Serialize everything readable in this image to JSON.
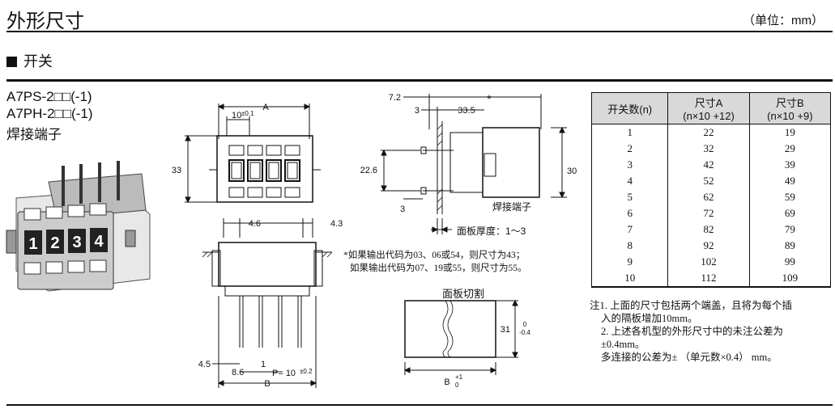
{
  "header": {
    "title": "外形尺寸",
    "unit": "（单位：mm）"
  },
  "section": {
    "label": "开关"
  },
  "models": [
    "A7PS-2□□(-1)",
    "A7PH-2□□(-1)",
    "焊接端子"
  ],
  "keys": [
    "1",
    "2",
    "3",
    "4"
  ],
  "front_view": {
    "dim_a": "A",
    "dim_10": "10",
    "tol_01": "±0.1",
    "dim_33": "33"
  },
  "side_view": {
    "d_7_2": "7.2",
    "d_3_top": "3",
    "d_33_5": "33.5",
    "star": "*",
    "d_22_6": "22.6",
    "d_30": "30",
    "d_3_bot": "3",
    "solder_label": "焊接端子",
    "panel_thickness": "面板厚度：1～3"
  },
  "bottom_view": {
    "d_4_6": "4.6",
    "d_4_3": "4.3",
    "d_4_5": "4.5",
    "d_1": "1",
    "d_8_6": "8.6",
    "pitch": "P= 10",
    "pitch_tol": "±0.2",
    "dim_b": "B"
  },
  "footnote": [
    "*如果输出代码为03、06或54，则尺寸为43；",
    "如果输出代码为07、19或55，则尺寸为55。"
  ],
  "panel_cutout": {
    "title": "面板切割",
    "d_31": "31",
    "tol_sup": "0",
    "tol_sub": "-0.4",
    "dim_b": "B",
    "b_sup": "+1",
    "b_sub": "0"
  },
  "table": {
    "headers": [
      "开关数(n)",
      "尺寸A",
      "(n×10 +12)",
      "尺寸B",
      "(n×10 +9)"
    ],
    "rows": [
      [
        "1",
        "22",
        "19"
      ],
      [
        "2",
        "32",
        "29"
      ],
      [
        "3",
        "42",
        "39"
      ],
      [
        "4",
        "52",
        "49"
      ],
      [
        "5",
        "62",
        "59"
      ],
      [
        "6",
        "72",
        "69"
      ],
      [
        "7",
        "82",
        "79"
      ],
      [
        "8",
        "92",
        "89"
      ],
      [
        "9",
        "102",
        "99"
      ],
      [
        "10",
        "112",
        "109"
      ]
    ]
  },
  "notes": [
    "注1. 上面的尺寸包括两个端盖，且将为每个插",
    "入的隔板增加10mm。",
    "2. 上述各机型的外形尺寸中的未注公差为",
    "±0.4mm。",
    "多连接的公差为±  （单元数×0.4）  mm。"
  ]
}
